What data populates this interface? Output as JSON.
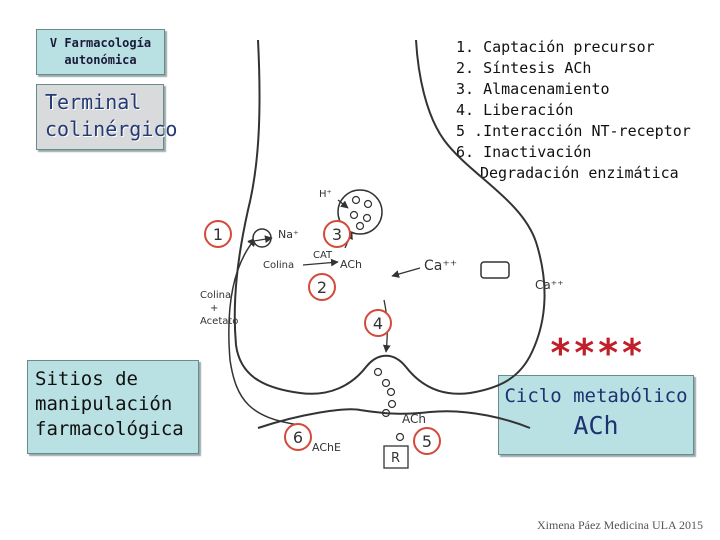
{
  "title_box": {
    "line1": "V Farmacología",
    "line2": "autonómica"
  },
  "terminal_box": {
    "line1": "Terminal",
    "line2": "colinérgico"
  },
  "steps": [
    "1. Captación precursor",
    "2. Síntesis ACh",
    "3. Almacenamiento",
    "4. Liberación",
    "5 .Interacción NT-receptor",
    "6. Inactivación"
  ],
  "steps_extra": "Degradación enzimática",
  "sitios_box": {
    "line1": "Sitios de",
    "line2": "manipulación",
    "line3": "farmacológica"
  },
  "stars": "****",
  "ciclo_box": {
    "line1": "Ciclo metabólico",
    "line2": "ACh"
  },
  "credit": "Ximena Páez Medicina ULA 2015",
  "diagram_labels": {
    "n1": "1",
    "n2": "2",
    "n3": "3",
    "n4": "4",
    "n5": "5",
    "n6": "6",
    "h_plus": "H⁺",
    "na_plus": "Na⁺",
    "colina_cat": "Colina",
    "cat": "CAT",
    "ach_synth": "ACh",
    "ca_in": "Ca⁺⁺",
    "ca_out": "Ca⁺⁺",
    "colina_left": "Colina",
    "plus": "+",
    "acetato": "Acetato",
    "ach_cleft": "ACh",
    "ache": "AChE",
    "receptor": "R"
  },
  "colors": {
    "panel_teal": "#b9e1e3",
    "panel_gray": "#d9dadc",
    "stars_red": "#c0202a",
    "step_circle": "#d34a3a"
  }
}
